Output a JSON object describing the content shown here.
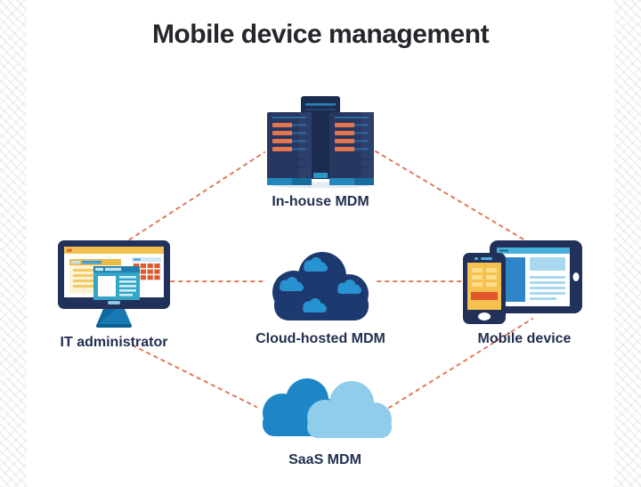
{
  "title": "Mobile device management",
  "nodes": [
    {
      "id": "inhouse",
      "label": "In-house MDM",
      "icon": "server-rack-icon"
    },
    {
      "id": "admin",
      "label": "IT administrator",
      "icon": "desktop-monitor-icon"
    },
    {
      "id": "cloud",
      "label": "Cloud-hosted MDM",
      "icon": "dark-cloud-icon"
    },
    {
      "id": "mobile",
      "label": "Mobile device",
      "icon": "phone-and-tablet-icon"
    },
    {
      "id": "saas",
      "label": "SaaS MDM",
      "icon": "two-clouds-icon"
    }
  ],
  "connections": [
    {
      "from": "admin",
      "to": "inhouse",
      "style": "dashed"
    },
    {
      "from": "inhouse",
      "to": "mobile",
      "style": "dashed"
    },
    {
      "from": "admin",
      "to": "cloud",
      "style": "dashed"
    },
    {
      "from": "cloud",
      "to": "mobile",
      "style": "dashed"
    },
    {
      "from": "admin",
      "to": "saas",
      "style": "dashed"
    },
    {
      "from": "saas",
      "to": "mobile",
      "style": "dashed"
    }
  ],
  "colors": {
    "connection_dash": "#e1795b",
    "navy": "#22315a",
    "server_navy": "#27375f",
    "cloud_navy": "#1d3a70",
    "mini_cloud_blue": "#2793d2",
    "saas_back_blue": "#1d86c6",
    "saas_front_blue": "#90cdeb",
    "orange_stripe": "#e4764b",
    "red_orange": "#e2572b",
    "yellow": "#f6c14f",
    "teal_band": "#2187bd",
    "light_blue": "#a9d8ee",
    "label_text": "#22304f",
    "title_text": "#26262c"
  }
}
